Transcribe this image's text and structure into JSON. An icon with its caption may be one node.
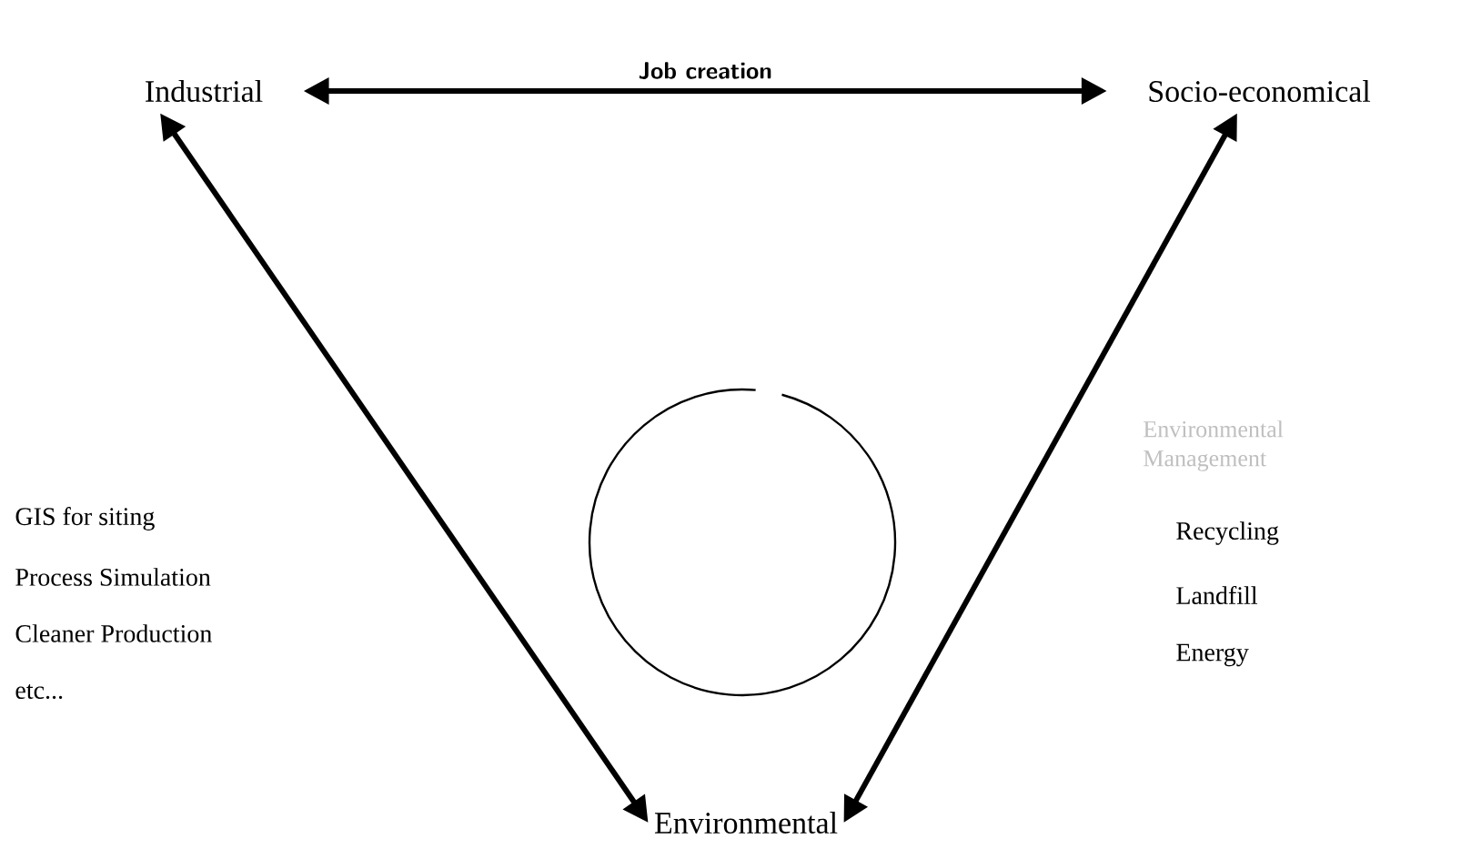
{
  "diagram": {
    "nodes": [
      {
        "text": [
          "Industrial"
        ]
      },
      {
        "text": [
          "Socio-economical"
        ]
      },
      {
        "text": [
          "Environmental"
        ]
      },
      {
        "text": [],
        "shape": "circle"
      }
    ],
    "edges": [
      {
        "from": 0,
        "to": 1,
        "arrow": "both",
        "label": "Job creation"
      },
      {
        "from": 0,
        "to": 2,
        "arrow": "both"
      },
      {
        "from": 1,
        "to": 2,
        "arrow": "both"
      }
    ],
    "labels": [
      "GIS for siting",
      "Process Simulation",
      "Cleaner Production",
      "etc...",
      "Environmental Management",
      "Recycling",
      "Landfill",
      "Energy"
    ]
  }
}
